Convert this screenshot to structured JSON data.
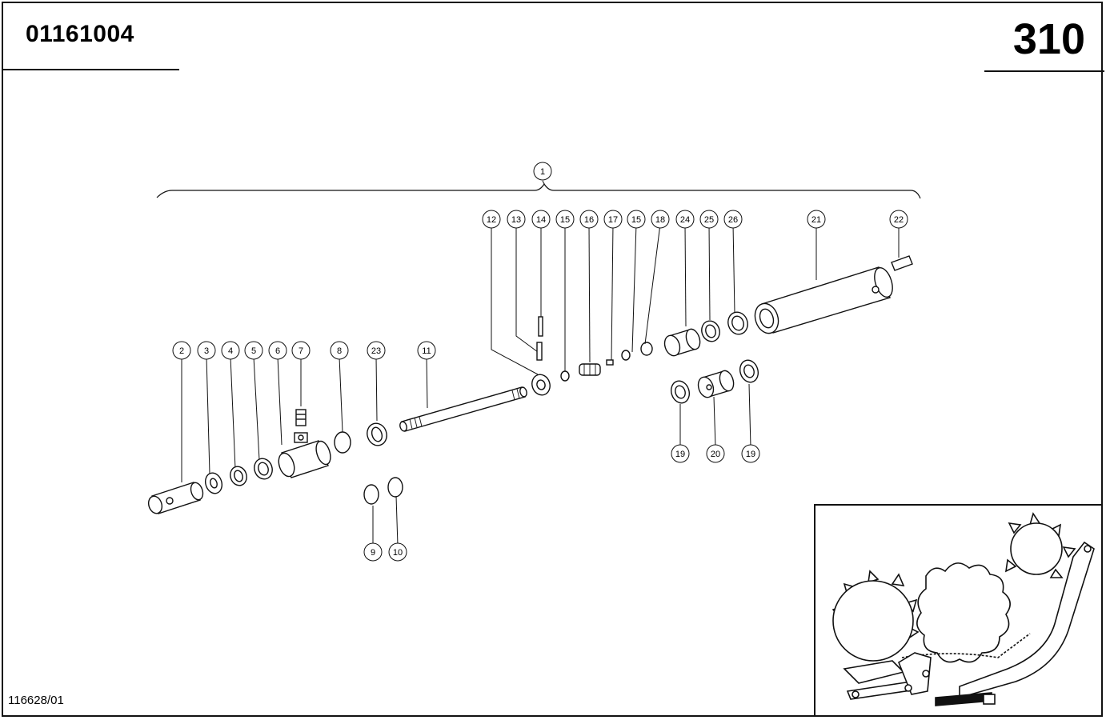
{
  "header": {
    "doc_number": "01161004",
    "page_number": "310"
  },
  "footer": {
    "drawing_id": "116628/01"
  },
  "callouts": {
    "c1": "1",
    "c2": "2",
    "c3": "3",
    "c4": "4",
    "c5": "5",
    "c6": "6",
    "c7": "7",
    "c8": "8",
    "c9": "9",
    "c10": "10",
    "c11": "11",
    "c12": "12",
    "c13": "13",
    "c14": "14",
    "c15a": "15",
    "c16": "16",
    "c17": "17",
    "c15b": "15",
    "c18": "18",
    "c19a": "19",
    "c20": "20",
    "c19b": "19",
    "c21": "21",
    "c22": "22",
    "c23": "23",
    "c24": "24",
    "c25": "25",
    "c26": "26"
  }
}
